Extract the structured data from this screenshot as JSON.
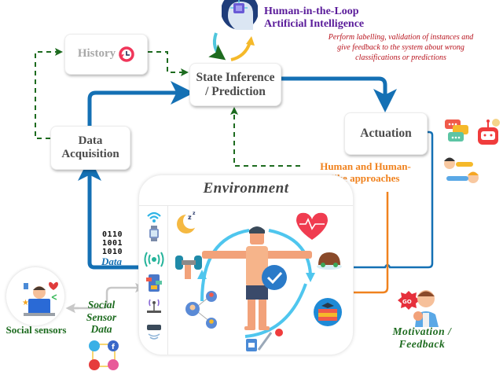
{
  "hitl": {
    "title_line1": "Human-in-the-Loop",
    "title_line2": "Artificial Intelligence",
    "desc_line1": "Perform labelling, validation of instances and",
    "desc_line2": "give feedback to the system about wrong",
    "desc_line3": "classifications or predictions",
    "icon": "ai-brain-icon"
  },
  "nodes": {
    "history": "History",
    "state_line1": "State Inference",
    "state_line2": "/ Prediction",
    "actuation": "Actuation",
    "acq_line1": "Data",
    "acq_line2": "Acquisition"
  },
  "environment": {
    "title": "Environment",
    "sensor_icons": [
      "wifi-icon",
      "smartwatch-icon",
      "beacon-icon",
      "smartphone-apps-icon",
      "router-icon",
      "wireless-device-icon"
    ],
    "scene_icons": [
      "sleep-moon-icon",
      "heart-rate-icon",
      "dumbbell-icon",
      "food-icon",
      "social-network-icon",
      "medication-icon",
      "education-icon",
      "human-body-icon",
      "checkmark-icon"
    ]
  },
  "labels": {
    "data_binary": [
      "0110",
      "1001",
      "1010"
    ],
    "data": "Data",
    "human_line1": "Human and Human-",
    "human_line2": "like approaches",
    "social_sensors": "Social sensors",
    "ssd_line1": "Social",
    "ssd_line2": "Sensor",
    "ssd_line3": "Data",
    "motivation_line1": "Motivation /",
    "motivation_line2": "Feedback"
  },
  "colors": {
    "blue_flow": "#1470b4",
    "green_dashed": "#1d6b1f",
    "orange_flow": "#f0821e",
    "gray_flow": "#c8c8c8",
    "hitl_title": "#5a1b9a",
    "hitl_desc": "#b8141e"
  }
}
